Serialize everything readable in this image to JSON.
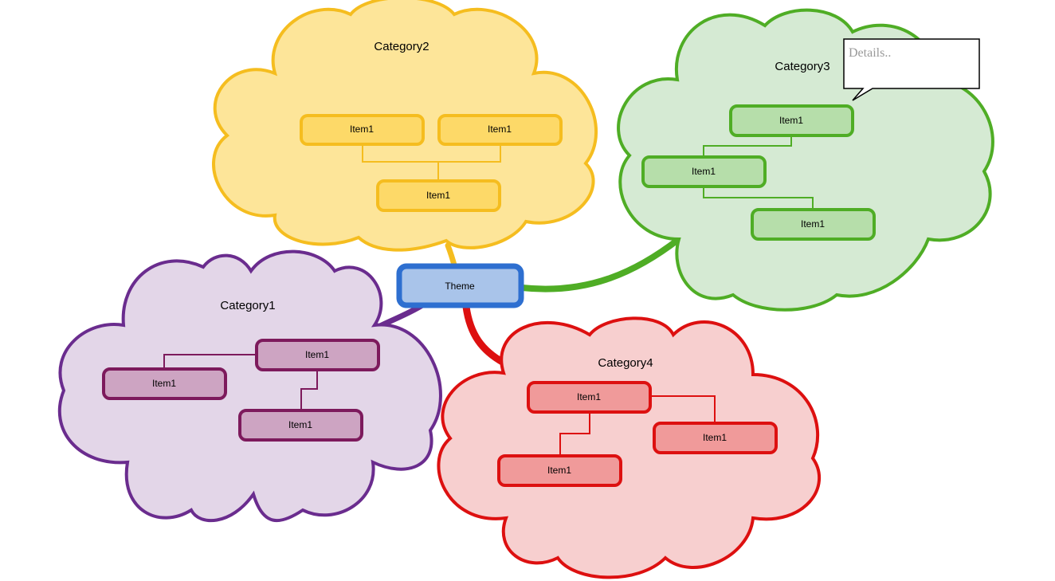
{
  "theme": {
    "label": "Theme",
    "fill": "#a9c4ea",
    "border": "#2e6fd0"
  },
  "categories": [
    {
      "id": "cat1",
      "title": "Category1",
      "cloud_fill": "#e3d6e8",
      "cloud_stroke": "#6a2c8e",
      "node_fill": "#cda4c2",
      "node_stroke": "#7d1a5c",
      "connector": "#6a2c8e",
      "items": [
        {
          "label": "Item1"
        },
        {
          "label": "Item1"
        },
        {
          "label": "Item1"
        }
      ]
    },
    {
      "id": "cat2",
      "title": "Category2",
      "cloud_fill": "#fde599",
      "cloud_stroke": "#f5bd1f",
      "node_fill": "#fdd968",
      "node_stroke": "#f5bd1f",
      "connector": "#f5bd1f",
      "items": [
        {
          "label": "Item1"
        },
        {
          "label": "Item1"
        },
        {
          "label": "Item1"
        }
      ]
    },
    {
      "id": "cat3",
      "title": "Category3",
      "cloud_fill": "#d5ead3",
      "cloud_stroke": "#4fad25",
      "node_fill": "#b6deaa",
      "node_stroke": "#4fad25",
      "connector": "#4fad25",
      "items": [
        {
          "label": "Item1"
        },
        {
          "label": "Item1"
        },
        {
          "label": "Item1"
        }
      ]
    },
    {
      "id": "cat4",
      "title": "Category4",
      "cloud_fill": "#f7cfcf",
      "cloud_stroke": "#dd1010",
      "node_fill": "#f09a9a",
      "node_stroke": "#dd1010",
      "connector": "#dd1010",
      "items": [
        {
          "label": "Item1"
        },
        {
          "label": "Item1"
        },
        {
          "label": "Item1"
        }
      ]
    }
  ],
  "callout": {
    "text": "Details.."
  }
}
